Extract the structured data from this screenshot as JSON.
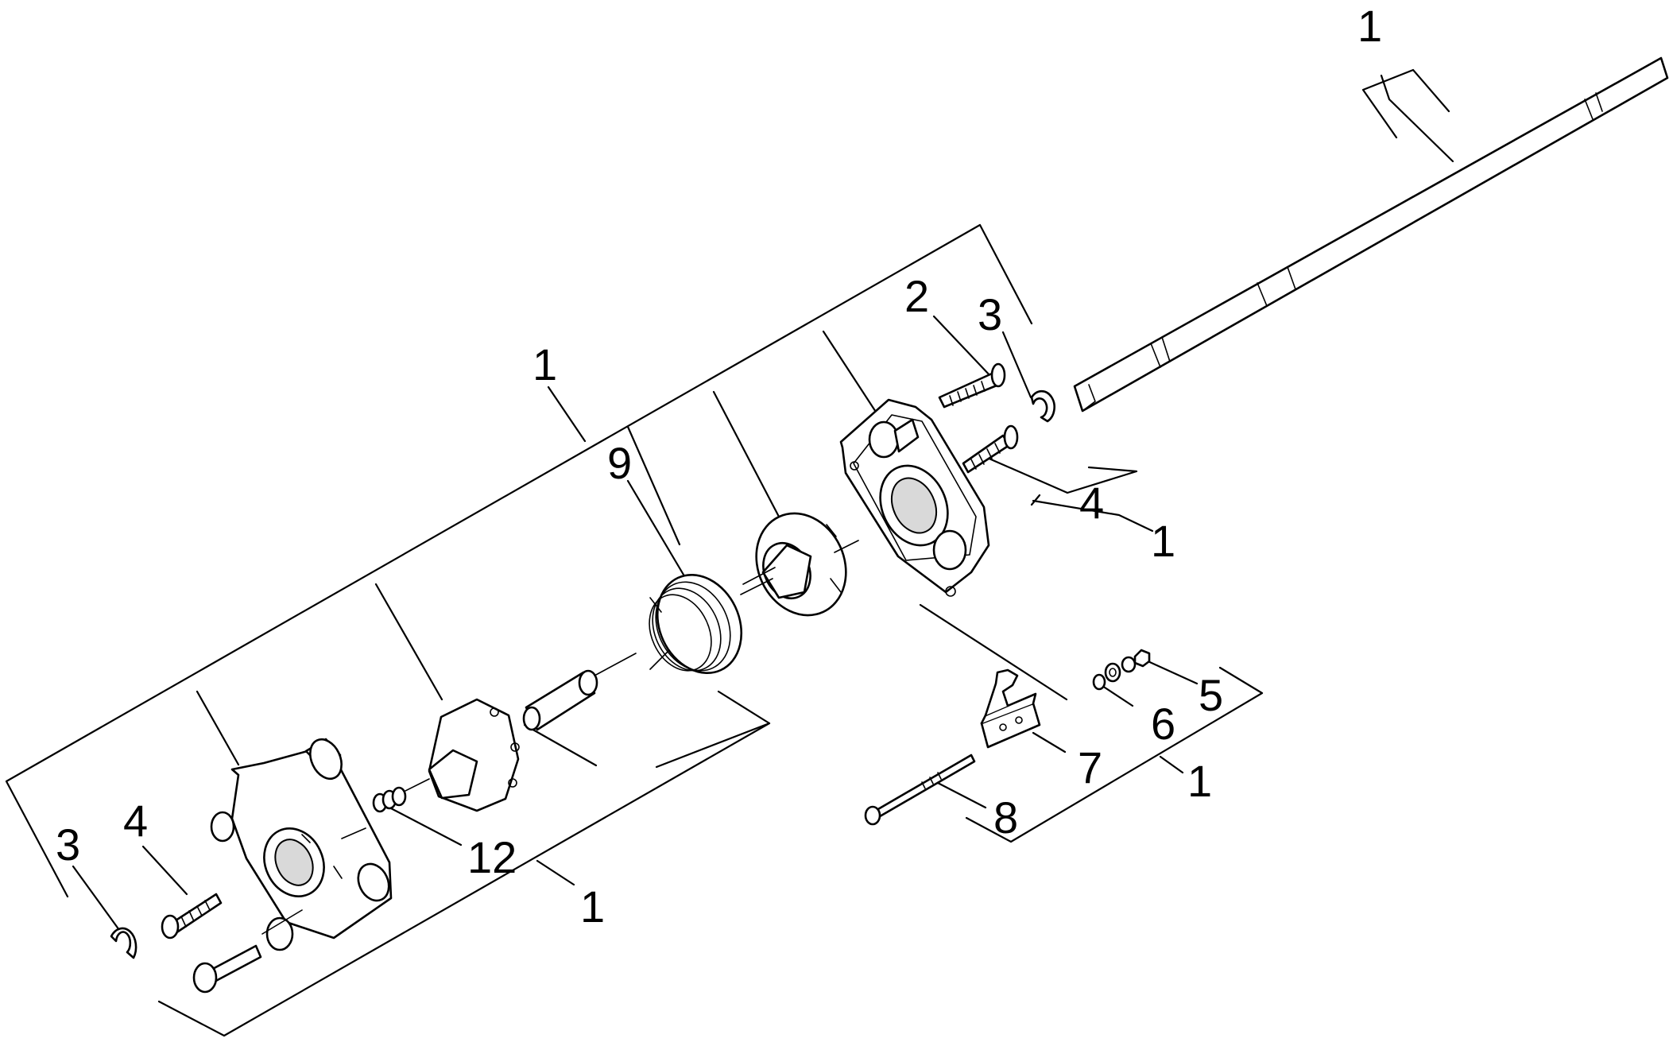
{
  "labels": {
    "l1_top": "1",
    "l1_main": "1",
    "l2": "2",
    "l3_right": "3",
    "l4_right": "4",
    "l1_right": "1",
    "l9": "9",
    "l5": "5",
    "l6": "6",
    "l7": "7",
    "l1_bracket_lower": "1",
    "l8": "8",
    "l3_left": "3",
    "l4_left": "4",
    "l12": "12",
    "l1_left_lower": "1"
  }
}
